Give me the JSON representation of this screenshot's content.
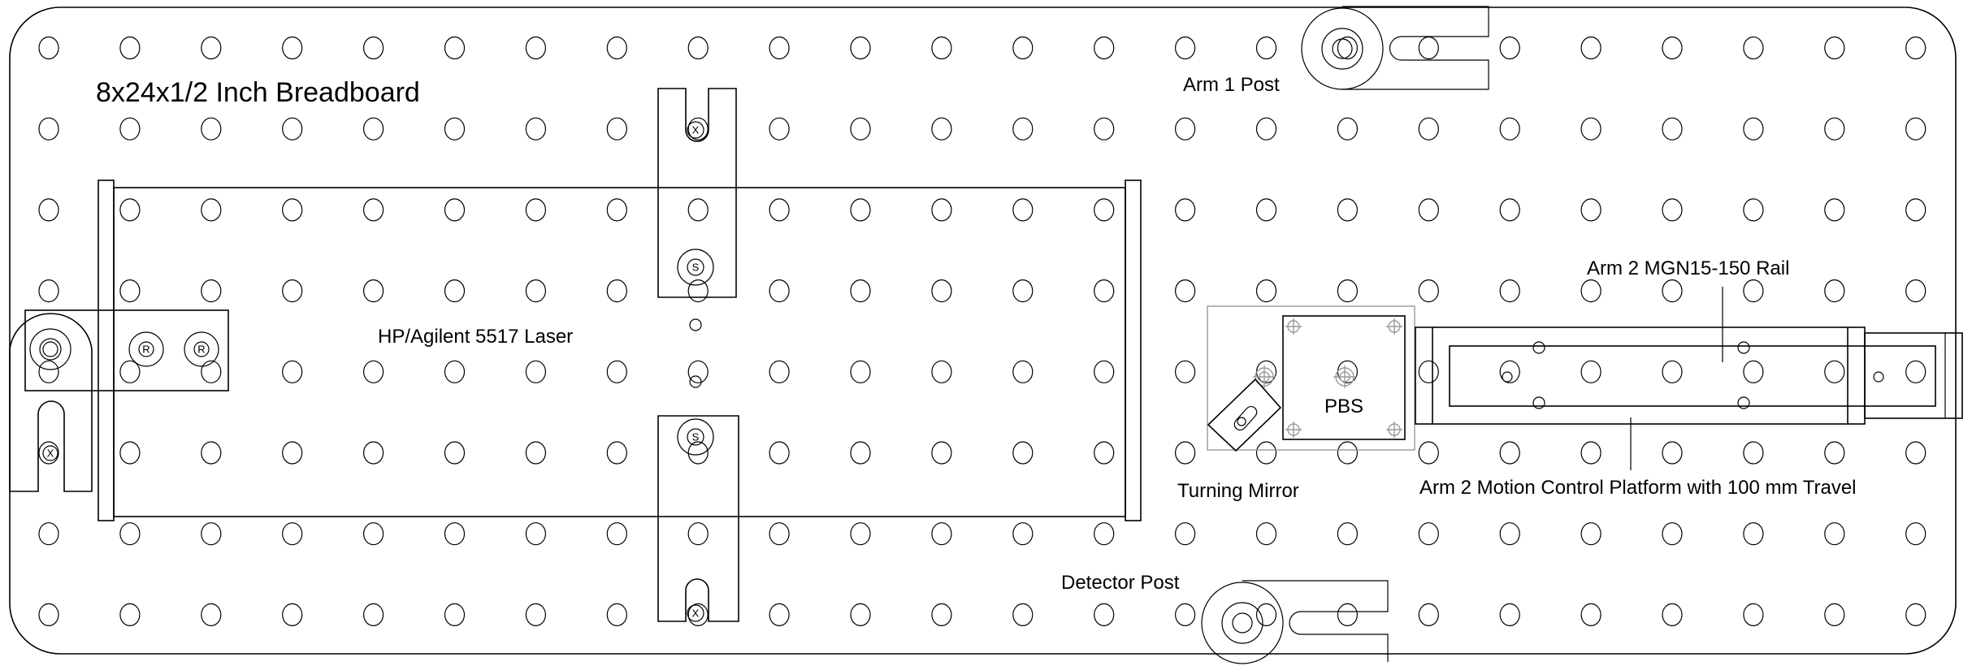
{
  "title": "8x24x1/2 Inch Breadboard",
  "labels": {
    "laser": "HP/Agilent 5517 Laser",
    "arm1_post": "Arm 1 Post",
    "detector_post": "Detector Post",
    "turning_mirror": "Turning Mirror",
    "pbs": "PBS",
    "rail": "Arm 2 MGN15-150 Rail",
    "platform": "Arm 2 Motion Control Platform with 100 mm Travel"
  },
  "markers": {
    "r": "R",
    "s": "S",
    "x": "X"
  },
  "grid": {
    "columns": 24,
    "rows": 8
  }
}
